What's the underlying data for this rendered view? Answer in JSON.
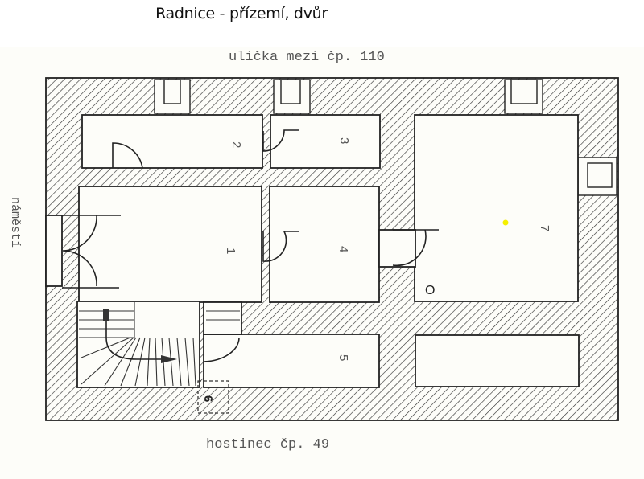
{
  "title": "Radnice  - přízemí, dvůr",
  "labels": {
    "top": "ulička mezi čp. 110",
    "bottom": "hostinec čp. 49",
    "left": "náměstí"
  },
  "rooms": [
    {
      "id": "1",
      "label": "1"
    },
    {
      "id": "2",
      "label": "2"
    },
    {
      "id": "3",
      "label": "3"
    },
    {
      "id": "4",
      "label": "4"
    },
    {
      "id": "5",
      "label": "5"
    },
    {
      "id": "6",
      "label": "6"
    },
    {
      "id": "7",
      "label": "7"
    },
    {
      "id": "unnamed",
      "label": ""
    }
  ],
  "marks": {
    "room7_symbol": "O"
  },
  "colors": {
    "wall_hatch": "#333333",
    "paper": "#fdfdf9",
    "marker": "#f5f000"
  }
}
